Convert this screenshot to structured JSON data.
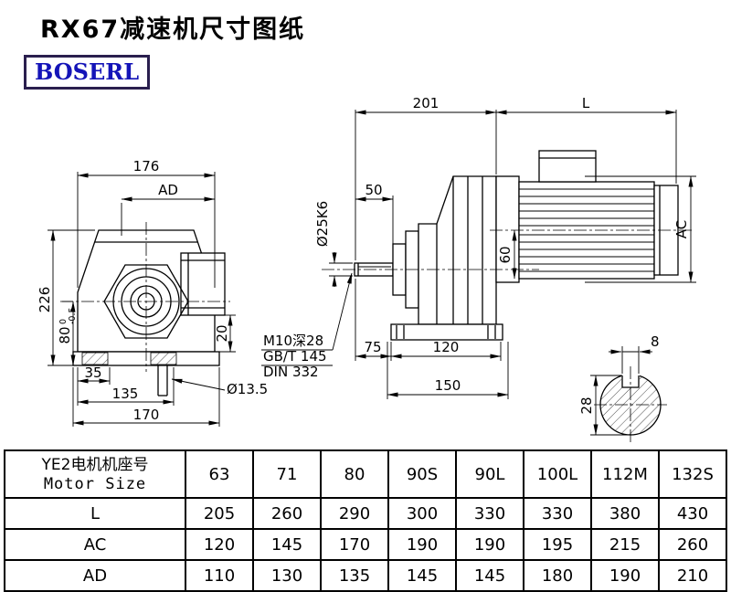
{
  "page": {
    "title": "RX67减速机尺寸图纸",
    "logo": "BOSERL"
  },
  "drawing": {
    "front_view": {
      "width_top": "176",
      "ad": "AD",
      "height": "226",
      "dim80": "80",
      "dim80_tol_up": "0",
      "dim80_tol_dn": "-0.5",
      "dim20": "20",
      "dim35": "35",
      "dim135": "135",
      "dim170": "170",
      "hole": "Ø13.5"
    },
    "side_view": {
      "dim201": "201",
      "dimL": "L",
      "dim50": "50",
      "shaft": "Ø25K6",
      "dim60": "60",
      "ac": "AC",
      "tap_note": "M10深28",
      "std1": "GB/T 145",
      "std2": "DIN 332",
      "dim75": "75",
      "dim120": "120",
      "dim150": "150"
    },
    "key_section": {
      "key_width": "8",
      "key_height": "28"
    }
  },
  "table": {
    "motor_label_cn": "YE2电机机座号",
    "motor_label_en": "Motor Size",
    "sizes": [
      "63",
      "71",
      "80",
      "90S",
      "90L",
      "100L",
      "112M",
      "132S"
    ],
    "rows": [
      {
        "label": "L",
        "values": [
          "205",
          "260",
          "290",
          "300",
          "330",
          "330",
          "380",
          "430"
        ]
      },
      {
        "label": "AC",
        "values": [
          "120",
          "145",
          "170",
          "190",
          "190",
          "195",
          "215",
          "260"
        ]
      },
      {
        "label": "AD",
        "values": [
          "110",
          "130",
          "135",
          "145",
          "145",
          "180",
          "190",
          "210"
        ]
      }
    ]
  }
}
